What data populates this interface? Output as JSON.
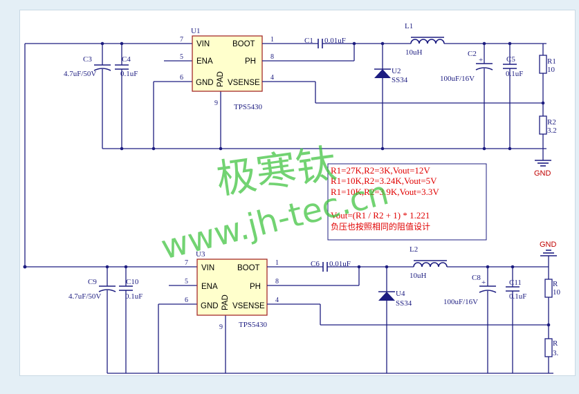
{
  "top": {
    "u1": {
      "ref": "U1",
      "part": "TPS5430",
      "pins": {
        "vin": "VIN",
        "boot": "BOOT",
        "ena": "ENA",
        "ph": "PH",
        "gnd": "GND",
        "vsense": "VSENSE",
        "pad": "PAD"
      },
      "pin_numbers": {
        "vin": "7",
        "ena": "5",
        "gnd": "6",
        "gnd_bottom": "9",
        "boot": "1",
        "ph": "8",
        "vsense": "4"
      }
    },
    "c3": {
      "ref": "C3",
      "value": "4.7uF/50V"
    },
    "c4": {
      "ref": "C4",
      "value": "0.1uF"
    },
    "c1": {
      "ref": "C1",
      "value": "0.01uF"
    },
    "l1": {
      "ref": "L1",
      "value": "10uH"
    },
    "u2": {
      "ref": "U2",
      "value": "SS34"
    },
    "c2": {
      "ref": "C2",
      "value": "100uF/16V"
    },
    "c5": {
      "ref": "C5",
      "value": "0.1uF"
    },
    "r1": {
      "ref": "R1",
      "value": "10"
    },
    "r2": {
      "ref": "R2",
      "value": "3.2"
    },
    "gnd": "GND"
  },
  "bottom": {
    "u3": {
      "ref": "U3",
      "part": "TPS5430",
      "pins": {
        "vin": "VIN",
        "boot": "BOOT",
        "ena": "ENA",
        "ph": "PH",
        "gnd": "GND",
        "vsense": "VSENSE",
        "pad": "PAD"
      },
      "pin_numbers": {
        "vin": "7",
        "ena": "5",
        "gnd": "6",
        "gnd_bottom": "9",
        "boot": "1",
        "ph": "8",
        "vsense": "4"
      }
    },
    "c9": {
      "ref": "C9",
      "value": "4.7uF/50V"
    },
    "c10": {
      "ref": "C10",
      "value": "0.1uF"
    },
    "c6": {
      "ref": "C6",
      "value": "0.01uF"
    },
    "l2": {
      "ref": "L2",
      "value": "10uH"
    },
    "u4": {
      "ref": "U4",
      "value": "SS34"
    },
    "c8": {
      "ref": "C8",
      "value": "100uF/16V"
    },
    "c11": {
      "ref": "C11",
      "value": "0.1uF"
    },
    "r1": {
      "ref": "R",
      "value": "10"
    },
    "r2": {
      "ref": "R",
      "value": "3."
    },
    "gnd": "GND"
  },
  "note": {
    "lines": [
      "R1=27K,R2=3K,Vout=12V",
      "R1=10K,R2=3.24K,Vout=5V",
      "R1=10K,R2=3.9K,Vout=3.3V",
      "Vout=(R1 / R2 + 1) * 1.221",
      "负压也按照相同的阻值设计"
    ]
  },
  "watermark": {
    "cn": "极寒钛",
    "url": "www.jh-tec.cn"
  },
  "colors": {
    "wire": "#1c1c80",
    "chip_fill": "#ffffcc",
    "chip_border": "#a52a2a",
    "diode": "#1c1c80",
    "note": "#e00000",
    "gnd_label": "#c00000",
    "watermark": "#3cc23c"
  }
}
